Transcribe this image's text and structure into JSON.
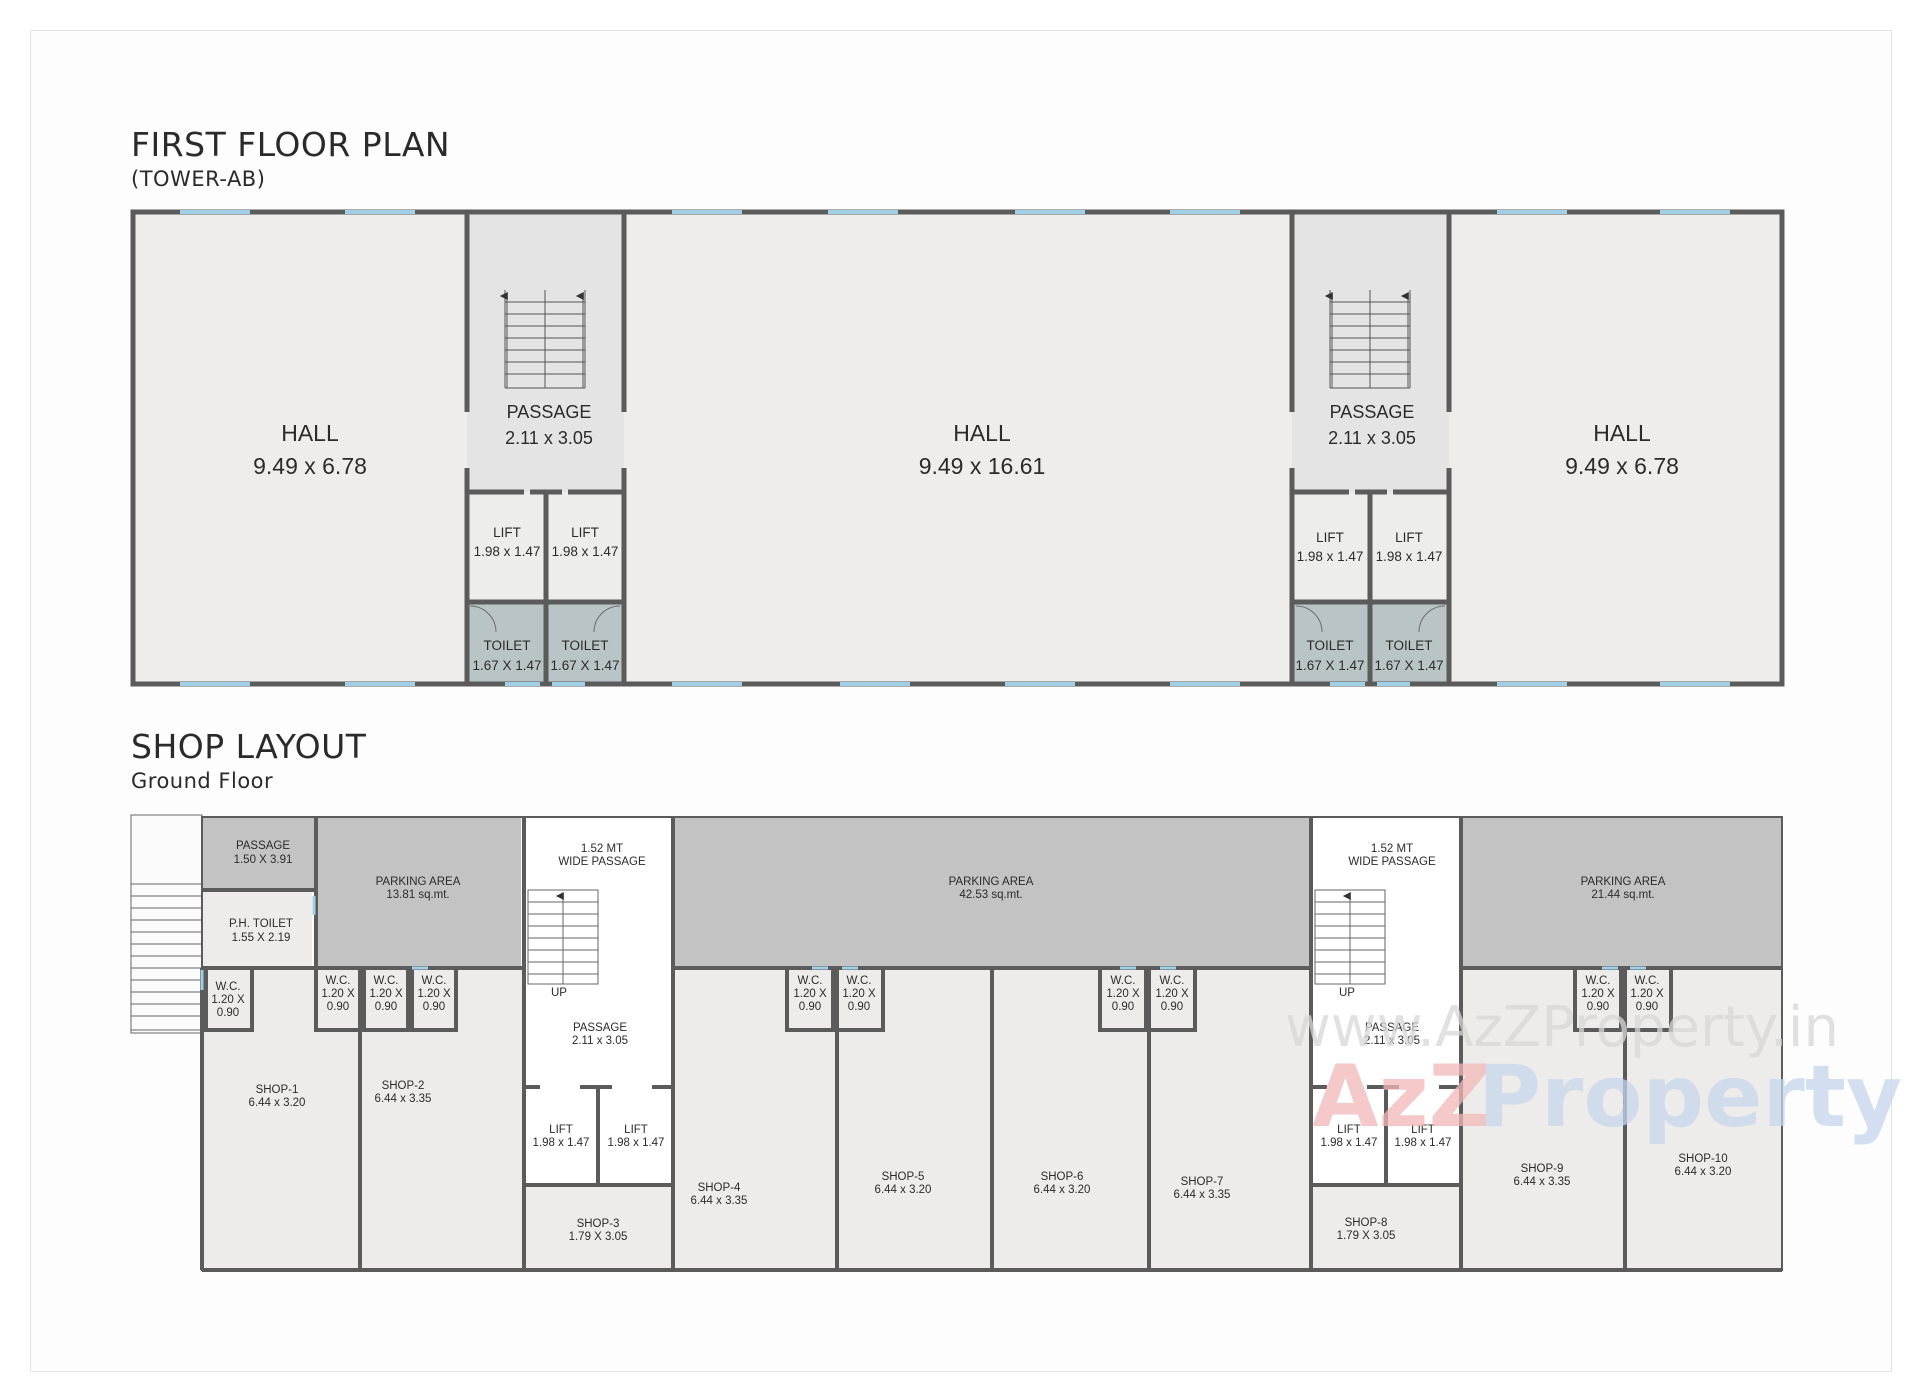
{
  "first_floor": {
    "title": "FIRST FLOOR PLAN",
    "subtitle": "(TOWER-AB)",
    "rooms": [
      {
        "name": "HALL",
        "size": "9.49 x 6.78"
      },
      {
        "name": "PASSAGE",
        "size": "2.11 x 3.05"
      },
      {
        "name": "LIFT",
        "size": "1.98 x 1.47"
      },
      {
        "name": "LIFT",
        "size": "1.98 x 1.47"
      },
      {
        "name": "TOILET",
        "size": "1.67 X 1.47"
      },
      {
        "name": "TOILET",
        "size": "1.67 X 1.47"
      },
      {
        "name": "HALL",
        "size": "9.49 x 16.61"
      },
      {
        "name": "PASSAGE",
        "size": "2.11 x 3.05"
      },
      {
        "name": "LIFT",
        "size": "1.98 x 1.47"
      },
      {
        "name": "LIFT",
        "size": "1.98 x 1.47"
      },
      {
        "name": "TOILET",
        "size": "1.67 X 1.47"
      },
      {
        "name": "TOILET",
        "size": "1.67 X 1.47"
      },
      {
        "name": "HALL",
        "size": "9.49 x 6.78"
      }
    ]
  },
  "shop_layout": {
    "title": "SHOP LAYOUT",
    "subtitle": "Ground Floor",
    "rooms": [
      {
        "name": "PASSAGE",
        "size": "1.50 X 3.91"
      },
      {
        "name": "PARKING AREA",
        "size": "13.81 sq.mt."
      },
      {
        "name": "P.H. TOILET",
        "size": "1.55 X 2.19"
      },
      {
        "name": "W.C.",
        "size": "1.20 X",
        "size2": "0.90"
      },
      {
        "name": "W.C.",
        "size": "1.20 X",
        "size2": "0.90"
      },
      {
        "name": "W.C.",
        "size": "1.20 X",
        "size2": "0.90"
      },
      {
        "name": "W.C.",
        "size": "1.20 X",
        "size2": "0.90"
      },
      {
        "name": "SHOP-1",
        "size": "6.44 x 3.20"
      },
      {
        "name": "SHOP-2",
        "size": "6.44 x 3.35"
      },
      {
        "name": "1.52 MT",
        "size": "WIDE PASSAGE"
      },
      {
        "name": "PASSAGE",
        "size": "2.11 x 3.05"
      },
      {
        "name": "LIFT",
        "size": "1.98 x 1.47"
      },
      {
        "name": "LIFT",
        "size": "1.98 x 1.47"
      },
      {
        "name": "SHOP-3",
        "size": "1.79 X 3.05"
      },
      {
        "name": "PARKING AREA",
        "size": "42.53 sq.mt."
      },
      {
        "name": "W.C.",
        "size": "1.20 X",
        "size2": "0.90"
      },
      {
        "name": "W.C.",
        "size": "1.20 X",
        "size2": "0.90"
      },
      {
        "name": "W.C.",
        "size": "1.20 X",
        "size2": "0.90"
      },
      {
        "name": "W.C.",
        "size": "1.20 X",
        "size2": "0.90"
      },
      {
        "name": "SHOP-4",
        "size": "6.44 x 3.35"
      },
      {
        "name": "SHOP-5",
        "size": "6.44 x 3.20"
      },
      {
        "name": "SHOP-6",
        "size": "6.44 x 3.20"
      },
      {
        "name": "SHOP-7",
        "size": "6.44 x 3.35"
      },
      {
        "name": "1.52 MT",
        "size": "WIDE PASSAGE"
      },
      {
        "name": "PASSAGE",
        "size": "2.11 x 3.05"
      },
      {
        "name": "LIFT",
        "size": "1.98 x 1.47"
      },
      {
        "name": "LIFT",
        "size": "1.98 x 1.47"
      },
      {
        "name": "SHOP-8",
        "size": "1.79 X 3.05"
      },
      {
        "name": "PARKING AREA",
        "size": "21.44 sq.mt."
      },
      {
        "name": "W.C.",
        "size": "1.20 X",
        "size2": "0.90"
      },
      {
        "name": "W.C.",
        "size": "1.20 X",
        "size2": "0.90"
      },
      {
        "name": "SHOP-9",
        "size": "6.44 x 3.35"
      },
      {
        "name": "SHOP-10",
        "size": "6.44 x 3.20"
      }
    ],
    "up_labels": [
      "UP",
      "UP"
    ]
  },
  "watermark": {
    "url": "www.AzZProperty.in",
    "brand_a": "AzZ",
    "brand_b": "Property"
  },
  "colors": {
    "wall": "#5b5b5b",
    "floor": "#efedeb",
    "passage": "#e4e4e4",
    "toilet": "#b9c4c6",
    "parking": "#c3c3c3",
    "window": "#9fd0e6"
  }
}
